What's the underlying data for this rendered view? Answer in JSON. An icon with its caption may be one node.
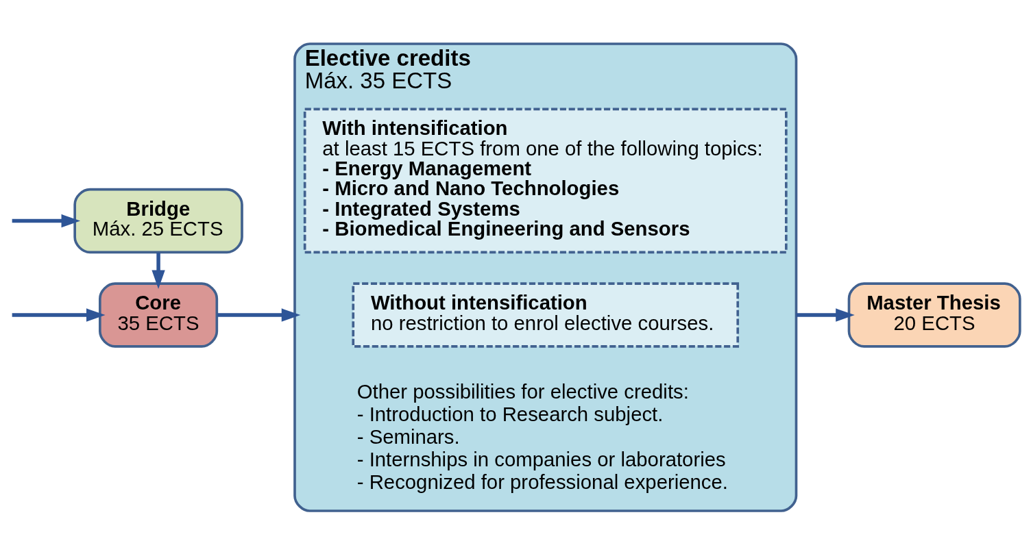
{
  "diagram": {
    "nodes": [
      {
        "text": [
          "Bridge",
          "Máx. 25 ECTS"
        ]
      },
      {
        "text": [
          "Core",
          "35 ECTS"
        ]
      },
      {
        "text": [
          "Elective credits",
          "Máx. 35 ECTS"
        ]
      },
      {
        "text": [
          "With intensification",
          "at least 15 ECTS from one of the following topics:",
          "- Energy Management",
          "- Micro and Nano Technologies",
          "- Integrated Systems",
          "- Biomedical Engineering and Sensors"
        ],
        "in": 2
      },
      {
        "text": [
          "Without intensification",
          "no restriction to enrol elective courses."
        ],
        "in": 2
      },
      {
        "text": [
          "Master Thesis",
          "20 ECTS"
        ]
      }
    ],
    "edges": [
      {
        "from": null,
        "to": 0,
        "arrow": "to"
      },
      {
        "from": 0,
        "to": 1,
        "arrow": "to"
      },
      {
        "from": null,
        "to": 1,
        "arrow": "to"
      },
      {
        "from": 1,
        "to": 2,
        "arrow": "to"
      },
      {
        "from": 2,
        "to": 5,
        "arrow": "to"
      }
    ],
    "labels": [
      "Other possibilities for elective credits:",
      "- Introduction to Research subject.",
      "- Seminars.",
      "- Internships in companies or laboratories",
      "- Recognized for professional experience."
    ]
  }
}
